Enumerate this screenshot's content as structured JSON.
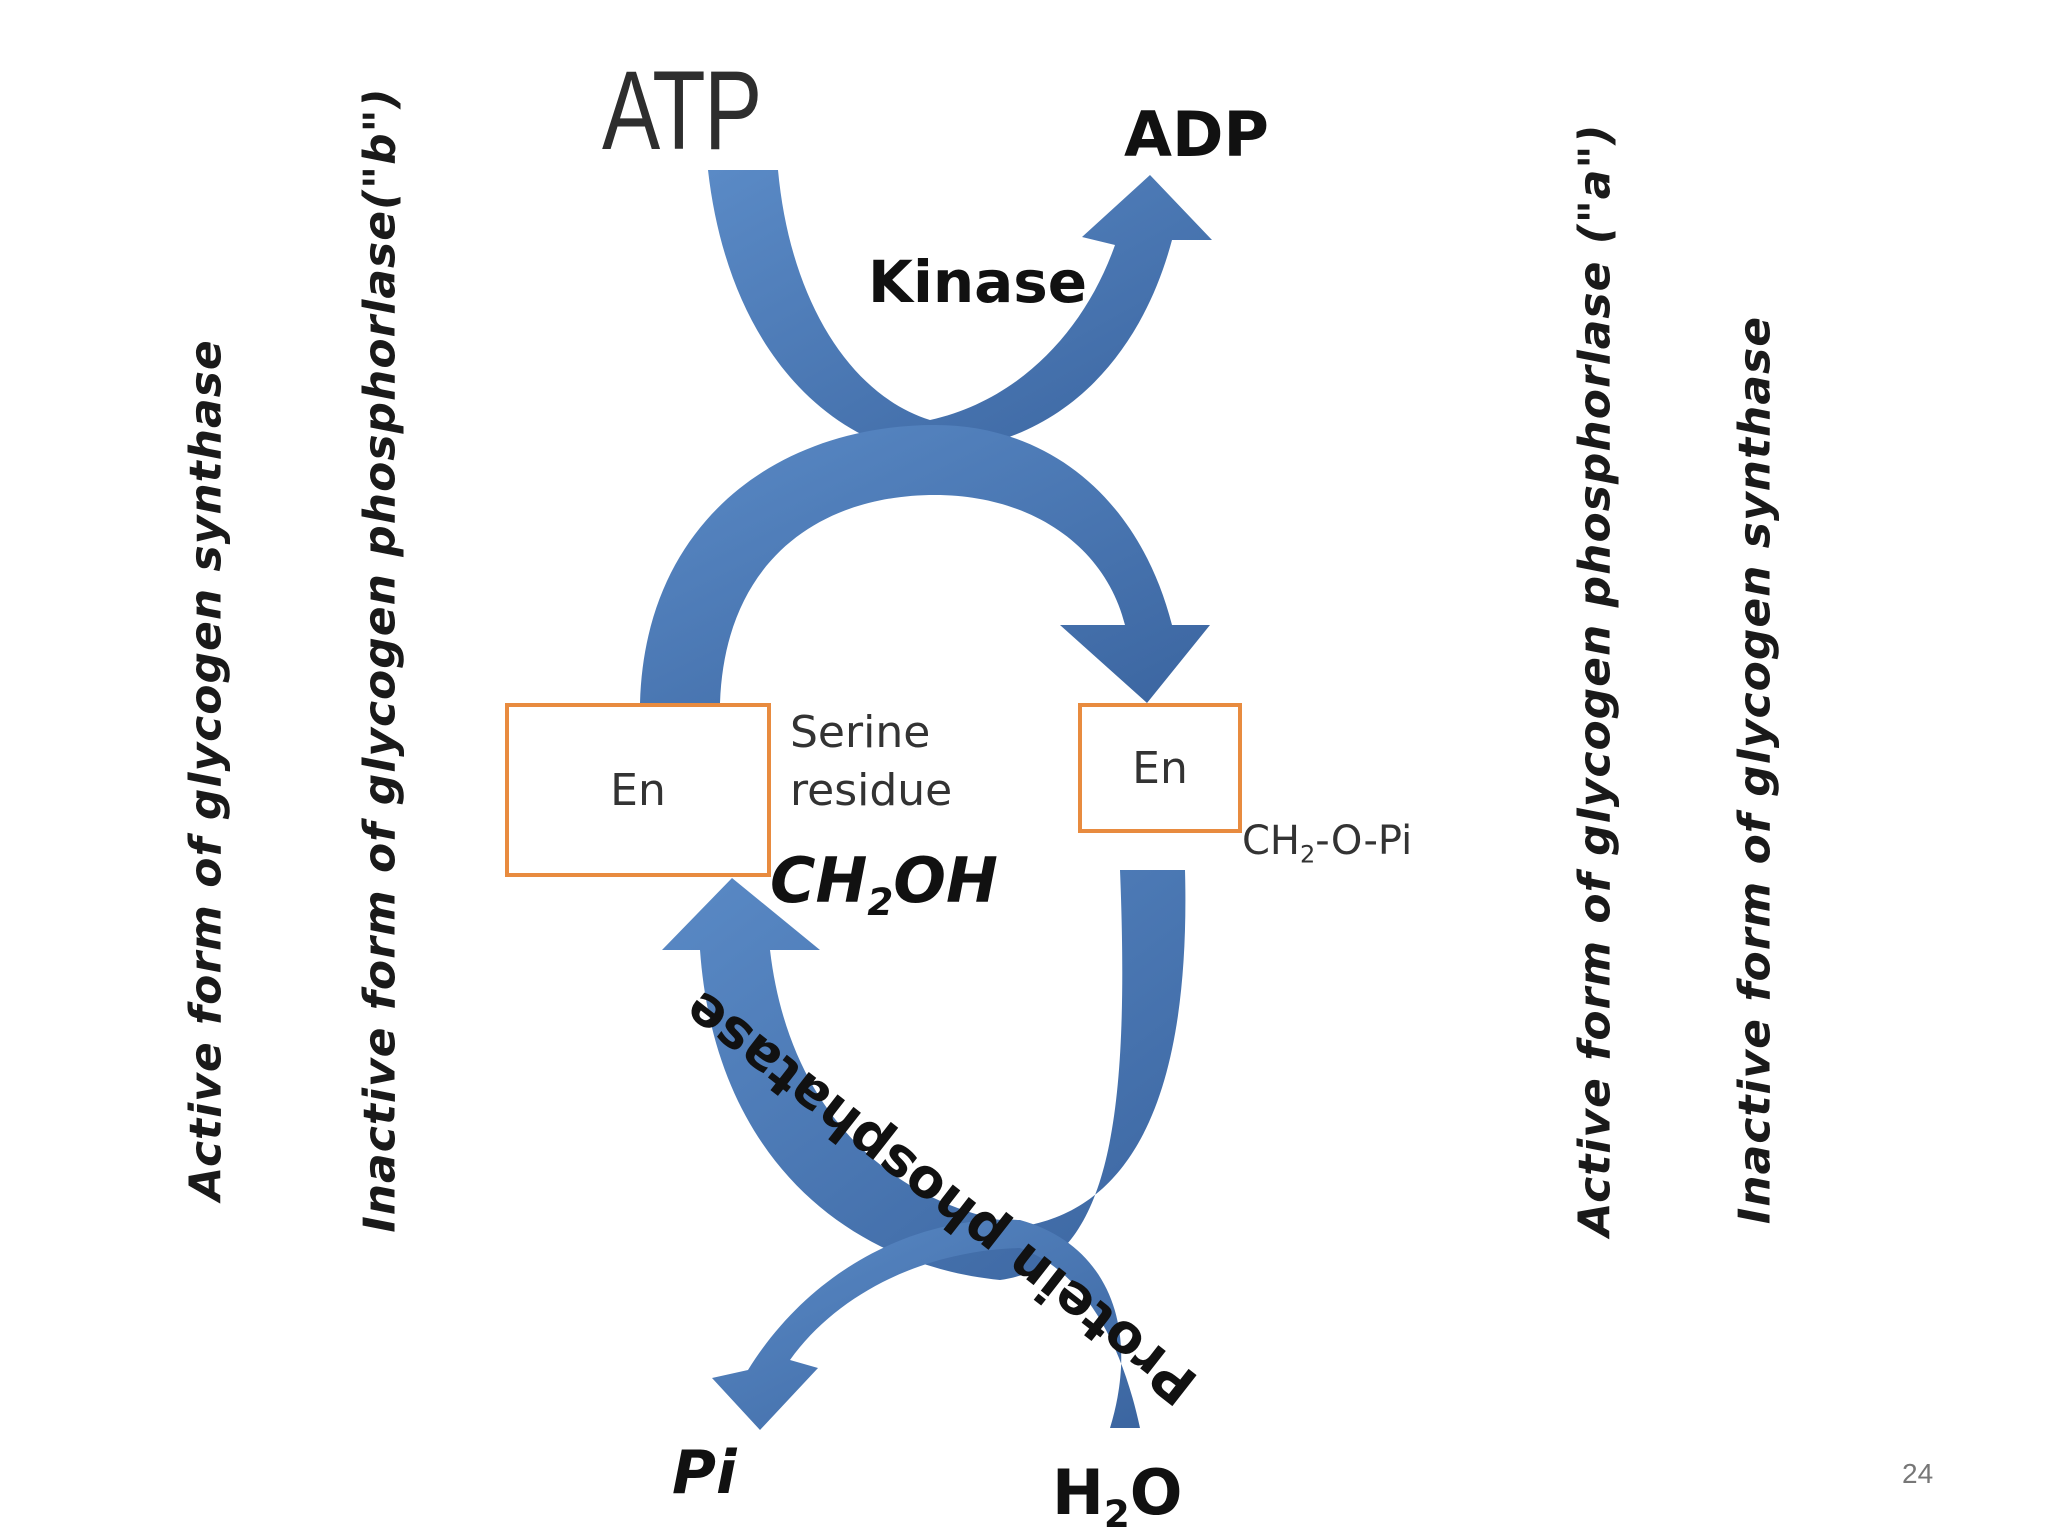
{
  "colors": {
    "arrow": "#4a7ab8",
    "arrow_dark": "#3b65a0",
    "box_border": "#e88b3f"
  },
  "labels": {
    "atp": "ATP",
    "adp": "ADP",
    "kinase": "Kinase",
    "serine_line1": "Serine",
    "serine_line2": "residue",
    "ch2oh_a": "CH",
    "ch2oh_sub": "2",
    "ch2oh_b": "OH",
    "ch2opi_a": "CH",
    "ch2opi_sub": "2",
    "ch2opi_b": "-O-Pi",
    "pi": "Pi",
    "h2o_a": "H",
    "h2o_sub": "2",
    "h2o_b": "O",
    "protein_phosphatase": "Protein phosphatase",
    "en_left": "En",
    "en_right": "En"
  },
  "side_labels": {
    "left1": "Active form of glycogen synthase",
    "left2": "Inactive form of glycogen phosphorlase(\"b\")",
    "right1": "Active form of glycogen phosphorlase (\"a\")",
    "right2": "Inactive form of glycogen synthase"
  },
  "page_number": "24"
}
